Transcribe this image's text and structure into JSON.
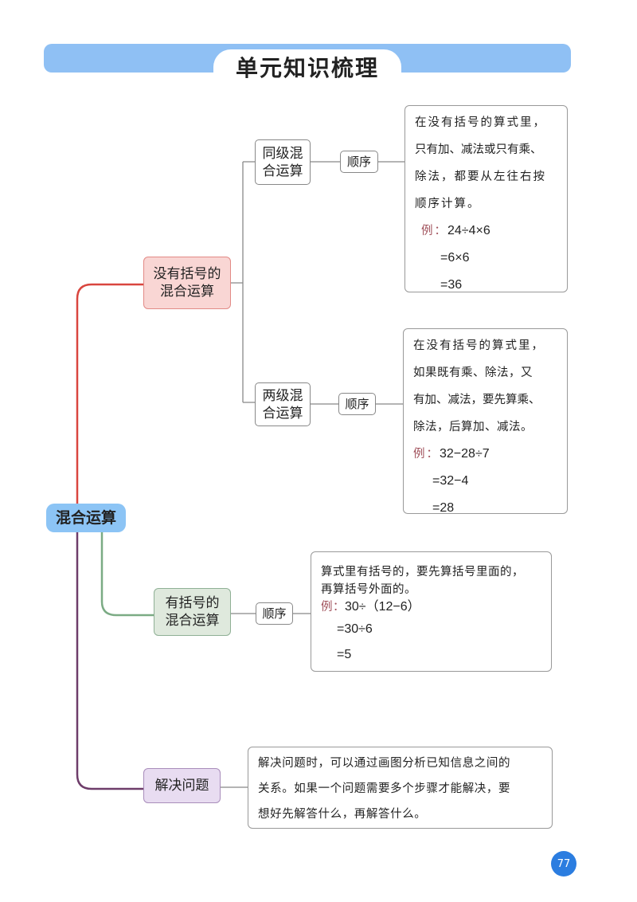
{
  "header": {
    "title": "单元知识梳理"
  },
  "root": {
    "label": "混合运算"
  },
  "branches": {
    "no_brackets": {
      "label_l1": "没有括号的",
      "label_l2": "混合运算",
      "same_level": {
        "label_l1": "同级混",
        "label_l2": "合运算",
        "order": "顺序",
        "rule": [
          "在没有括号的算式里，",
          "只有加、减法或只有乘、",
          "除法，都要从左往右按",
          "顺序计算。"
        ],
        "example_label": "例：",
        "example": [
          "24÷4×6",
          "=6×6",
          "=36"
        ]
      },
      "two_level": {
        "label_l1": "两级混",
        "label_l2": "合运算",
        "order": "顺序",
        "rule": [
          "在没有括号的算式里，",
          "如果既有乘、除法，又",
          "有加、减法，要先算乘、",
          "除法，后算加、减法。"
        ],
        "example_label": "例：",
        "example": [
          "32−28÷7",
          "=32−4",
          "=28"
        ]
      }
    },
    "with_brackets": {
      "label_l1": "有括号的",
      "label_l2": "混合运算",
      "order": "顺序",
      "rule": [
        "算式里有括号的，要先算括号里面的，",
        "再算括号外面的。"
      ],
      "example_label": "例：",
      "example": [
        "30÷（12−6）",
        "=30÷6",
        "=5"
      ]
    },
    "problem_solving": {
      "label": "解决问题",
      "rule": [
        "解决问题时，可以通过画图分析已知信息之间的",
        "关系。如果一个问题需要多个步骤才能解决，要",
        "想好先解答什么，再解答什么。"
      ]
    }
  },
  "page_number": "77",
  "colors": {
    "banner": "#8fc0f4",
    "root": "#8cc4f5",
    "red_branch": "#d9463f",
    "green_branch": "#7bab84",
    "purple_branch": "#6e3d6a"
  }
}
